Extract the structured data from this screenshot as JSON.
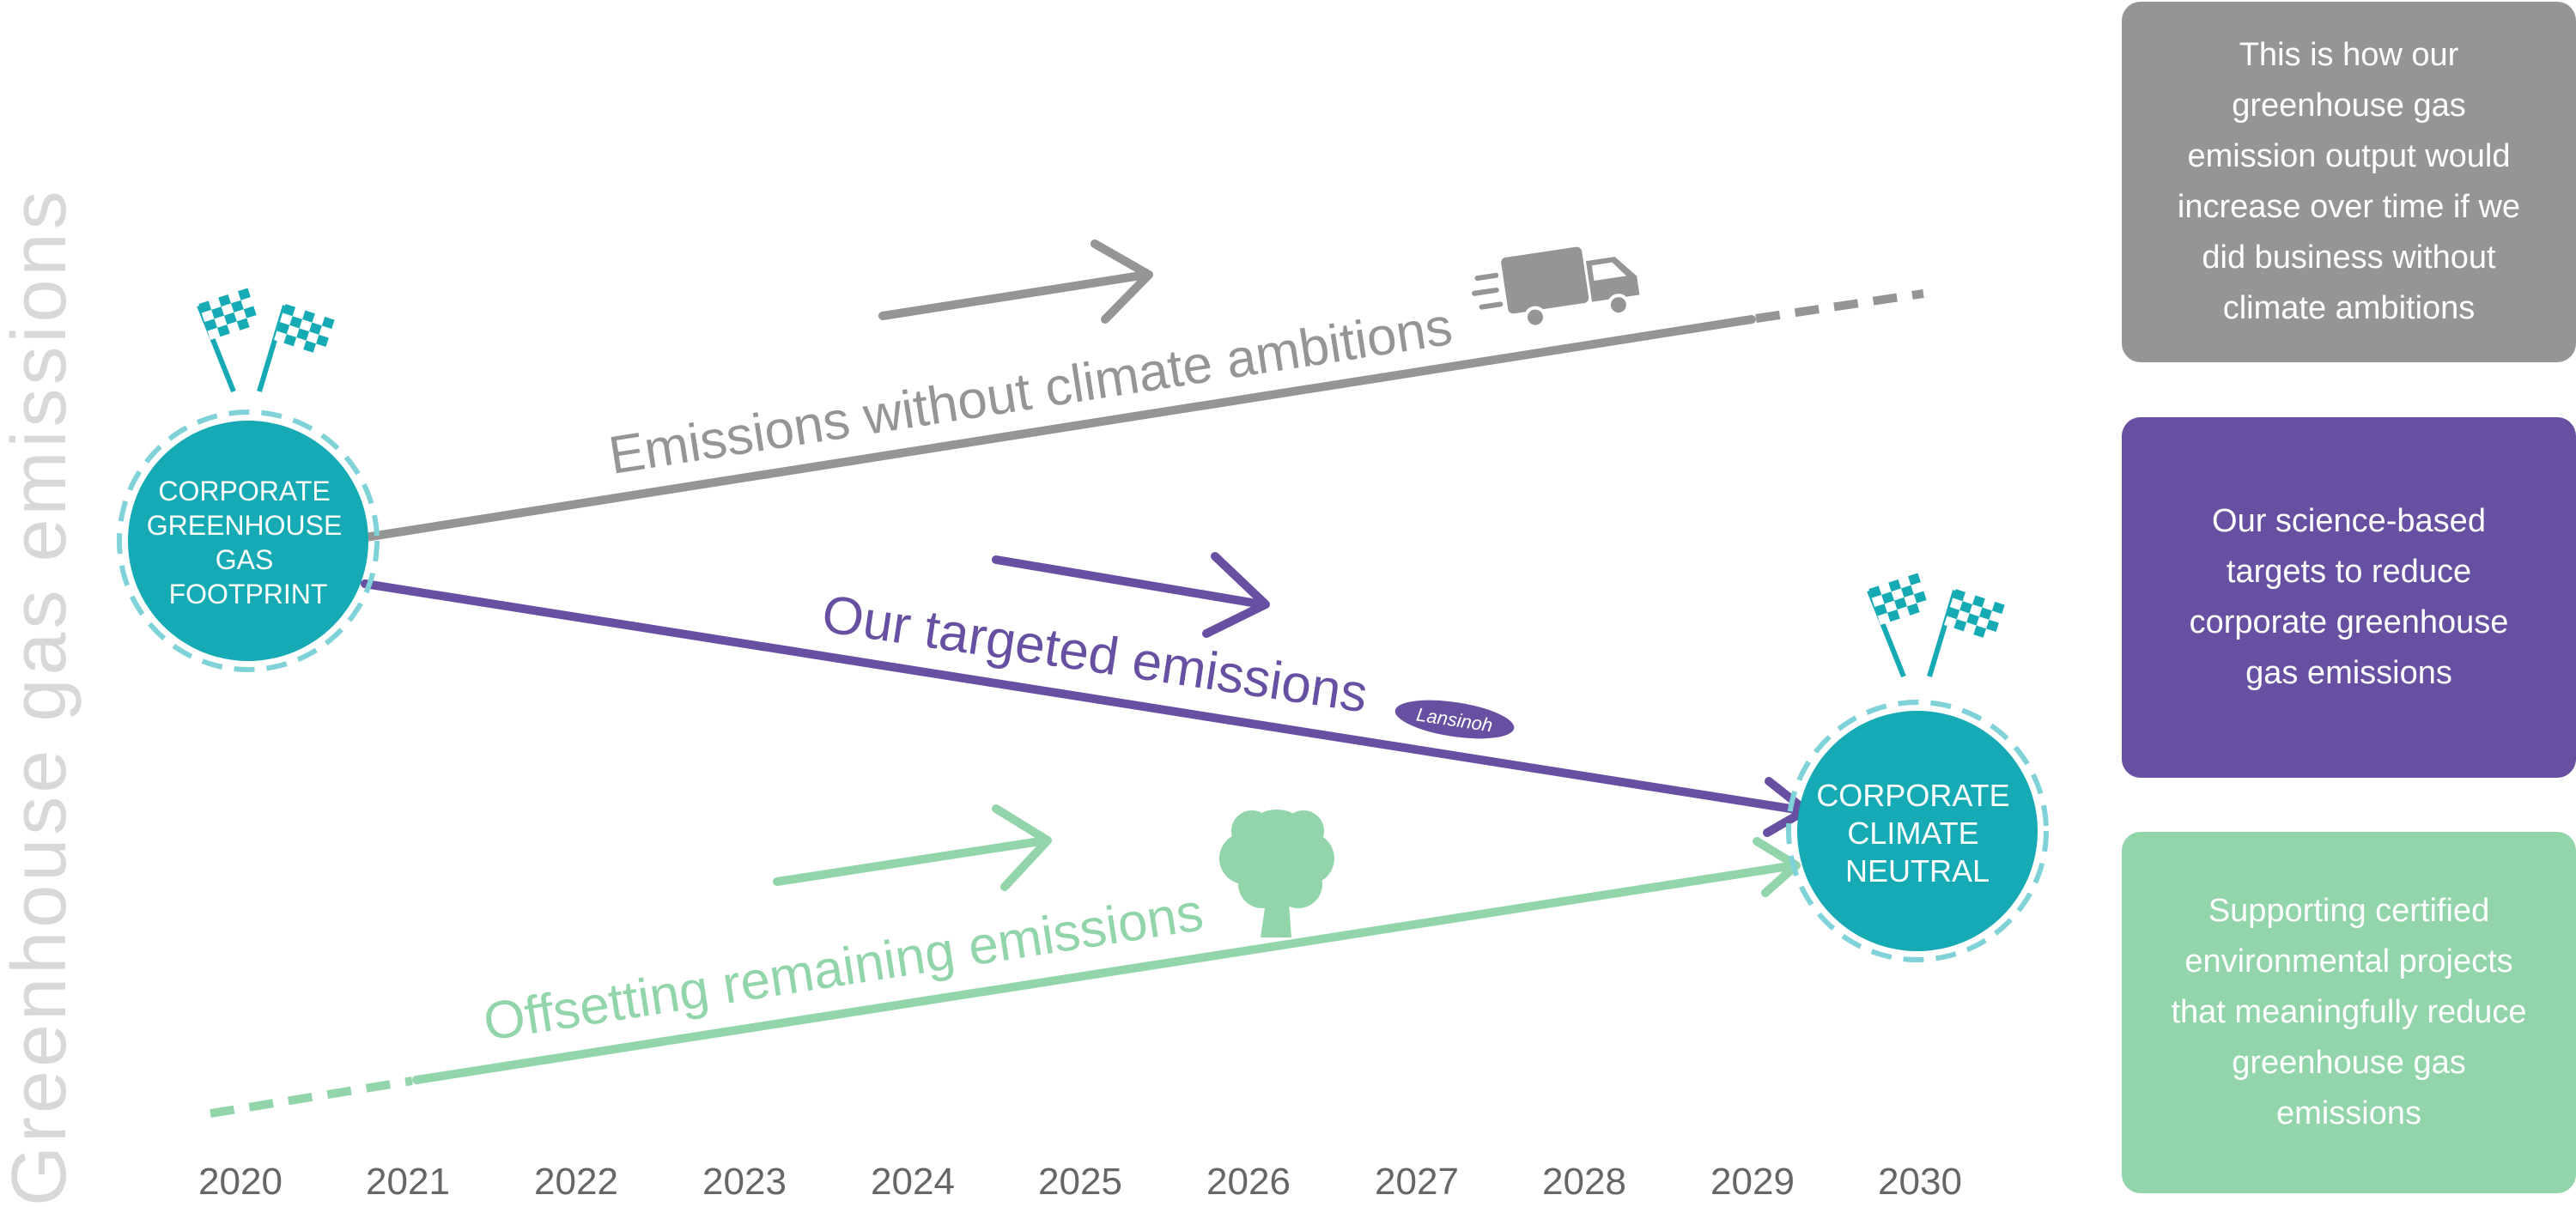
{
  "y_axis_label": "Greenhouse gas emissions",
  "years": [
    "2020",
    "2021",
    "2022",
    "2023",
    "2024",
    "2025",
    "2026",
    "2027",
    "2028",
    "2029",
    "2030"
  ],
  "start_node": {
    "lines": [
      "CORPORATE",
      "GREENHOUSE",
      "GAS",
      "FOOTPRINT"
    ]
  },
  "end_node": {
    "lines": [
      "CORPORATE",
      "CLIMATE",
      "NEUTRAL"
    ]
  },
  "paths": {
    "without": {
      "label": "Emissions without climate ambitions",
      "color": "#959595"
    },
    "targeted": {
      "label": "Our targeted emissions",
      "color": "#6750a1",
      "logo_text": "Lansinoh"
    },
    "offset": {
      "label": "Offsetting remaining emissions",
      "color": "#93d5aa"
    }
  },
  "legend": {
    "gray": {
      "lines": [
        "This is how our",
        "greenhouse gas",
        "emission output would",
        "increase over time if we",
        "did business without",
        "climate ambitions"
      ],
      "color": "#959595"
    },
    "purple": {
      "lines": [
        "Our science-based",
        "targets to reduce",
        "corporate greenhouse",
        "gas emissions"
      ],
      "color": "#6750a1"
    },
    "green": {
      "lines": [
        "Supporting certified",
        "environmental projects",
        "that meaningfully reduce",
        "greenhouse gas",
        "emissions"
      ],
      "color": "#93d5aa"
    }
  },
  "colors": {
    "teal_node": "#15aab4",
    "teal_ring": "#7fd3d8",
    "axis_text": "#666666",
    "y_label": "#d8d8d8"
  }
}
